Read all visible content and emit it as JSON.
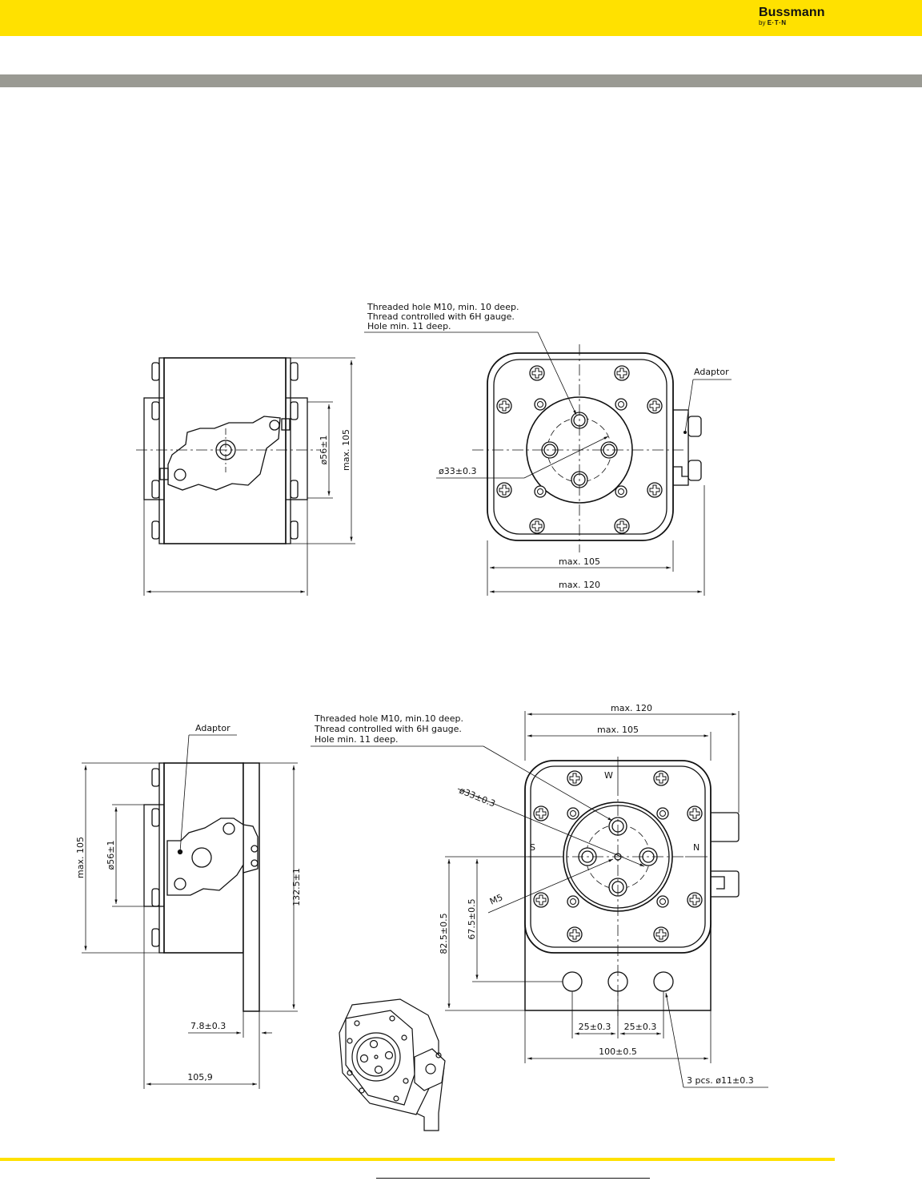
{
  "brand": {
    "name": "Bussmann",
    "by": "by",
    "parent": "E·T·N"
  },
  "drawing1": {
    "callout_thread": [
      "Threaded hole M10, min. 10 deep.",
      "Thread controlled with 6H gauge.",
      "Hole min. 11 deep."
    ],
    "adaptor": "Adaptor",
    "dia_bore": "ø33±0.3",
    "dia_body": "ø56±1",
    "height": "max. 105",
    "width_inner": "max. 105",
    "width_outer": "max. 120"
  },
  "drawing2": {
    "callout_thread": [
      "Threaded hole M10, min.10 deep.",
      "Thread controlled with 6H gauge.",
      "Hole min. 11 deep."
    ],
    "adaptor": "Adaptor",
    "dia_bore": "ø33±0.3",
    "dia_body": "ø56±1",
    "height": "max. 105",
    "plate_height": "132.5±1",
    "plate_thickness": "7.8±0.3",
    "depth": "105,9",
    "width_outer": "max. 120",
    "width_inner": "max. 105",
    "pole_w": "W",
    "pole_s": "S",
    "pole_n": "N",
    "thread_m5": "M5",
    "dim_825": "82.5±0.5",
    "dim_675": "67.5±0.5",
    "pitch_left": "25±0.3",
    "pitch_right": "25±0.3",
    "span": "100±0.5",
    "holes": "3 pcs. ø11±0.3"
  }
}
